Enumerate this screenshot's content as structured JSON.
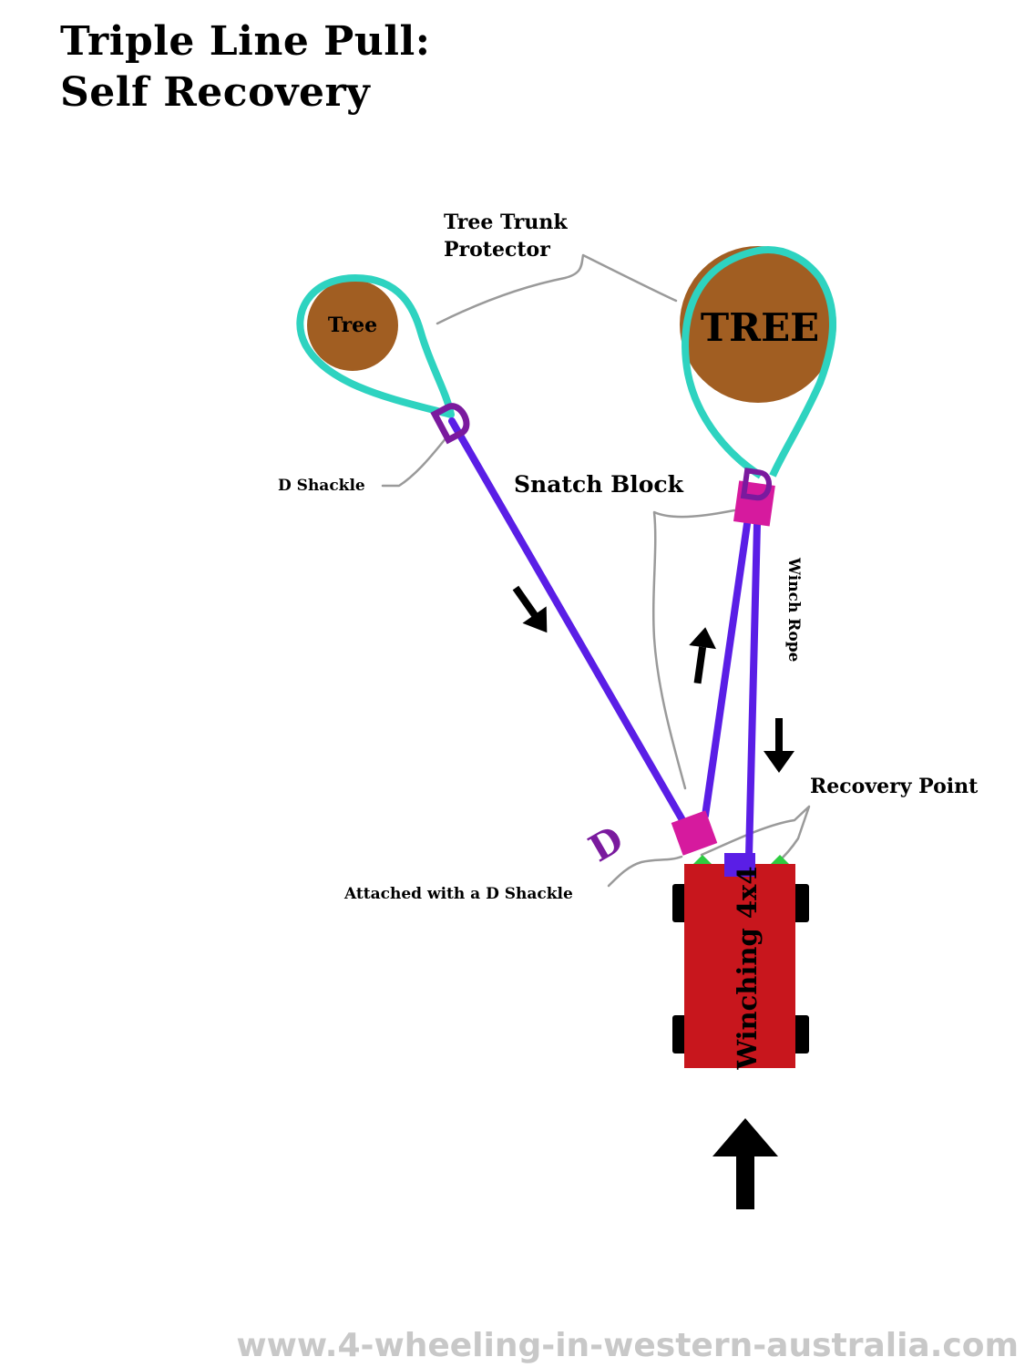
{
  "title": {
    "line1": "Triple Line Pull:",
    "line2": "Self Recovery"
  },
  "labels": {
    "tree_small": "Tree",
    "tree_large": "TREE",
    "tree_trunk_protector_line1": "Tree Trunk",
    "tree_trunk_protector_line2": "Protector",
    "d_shackle": "D Shackle",
    "snatch_block": "Snatch Block",
    "winch_rope": "Winch Rope",
    "recovery_point": "Recovery Point",
    "attached_with_d_shackle": "Attached with a D Shackle",
    "shackle_glyph": "D",
    "vehicle": "Winching 4x4"
  },
  "watermark": "www.4-wheeling-in-western-australia.com",
  "colors": {
    "tree": "#a15e22",
    "protector": "#2ed3c0",
    "rope": "#5a1ee6",
    "snatch_block": "#d61a9e",
    "shackle": "#7a1a9e",
    "vehicle": "#c8161d",
    "wheel": "#000000",
    "pointer_line": "#9a9a9a",
    "recovery_point": "#2ecc40"
  },
  "icons": [
    "arrow-down-right-icon",
    "arrow-up-icon",
    "arrow-down-icon",
    "arrow-up-large-icon"
  ]
}
